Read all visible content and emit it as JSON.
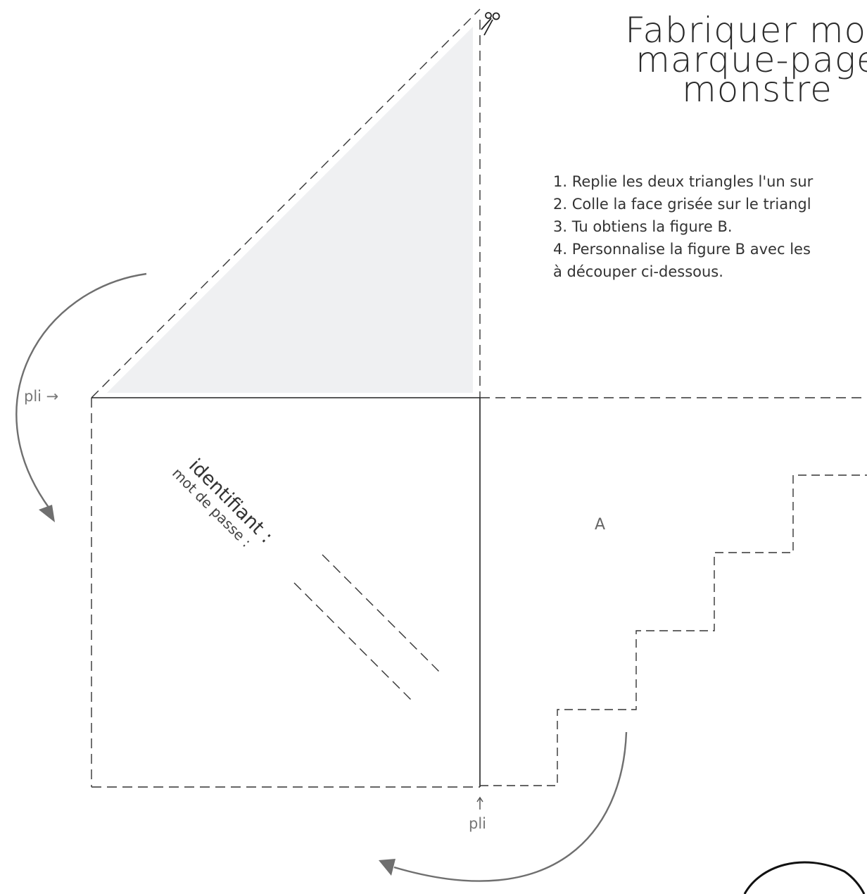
{
  "title": {
    "line1": "Fabriquer mon",
    "line2": "marque-page",
    "line3": "monstre"
  },
  "steps": [
    "1. Replie les deux triangles l'un sur",
    "2. Colle la face grisée sur le triangl",
    "3. Tu obtiens la figure B.",
    "4. Personnalise la figure B avec les",
    "à découper ci-dessous."
  ],
  "labels": {
    "fold_left": "pli →",
    "fold_bottom": "pli",
    "figure_a": "A",
    "identifier": "identifiant :",
    "password": "mot de passe :"
  },
  "icons": {
    "scissors": "scissors-icon",
    "arrow": "curved-arrow-icon"
  },
  "colors": {
    "ink": "#2e2e2e",
    "shaded_triangle": "#eff0f2",
    "arrow": "#6f6f6f"
  }
}
